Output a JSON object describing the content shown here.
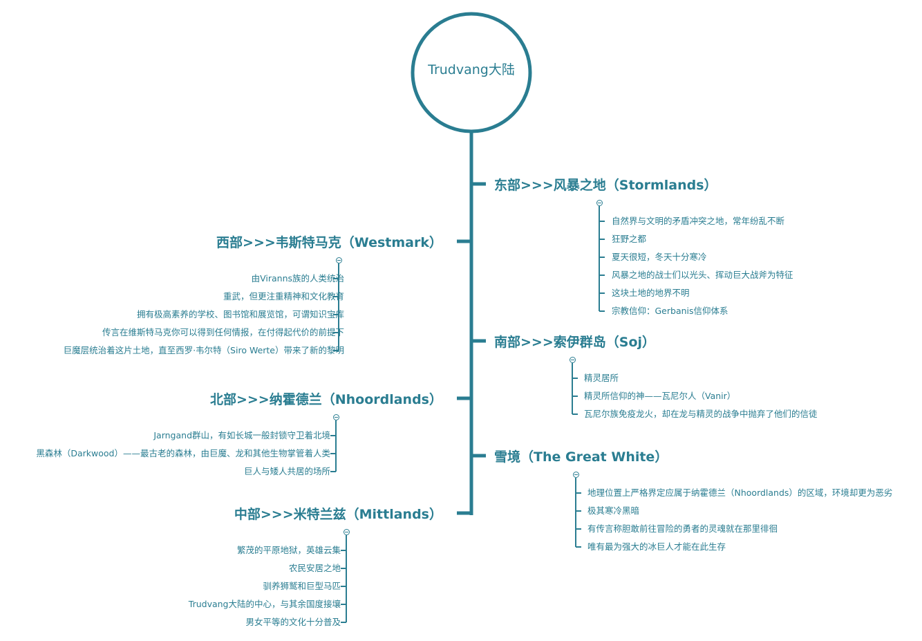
{
  "root": {
    "label": "Trudvang大陆"
  },
  "colors": {
    "primary": "#2a7d91"
  },
  "branches": [
    {
      "id": "east",
      "side": "right",
      "title": "东部>>>风暴之地（Stormlands）",
      "items": [
        "自然界与文明的矛盾冲突之地，常年纷乱不断",
        "狂野之都",
        "夏天很短，冬天十分寒冷",
        "风暴之地的战士们以光头、挥动巨大战斧为特征",
        "这块土地的地界不明",
        "宗教信仰：Gerbanis信仰体系"
      ]
    },
    {
      "id": "west",
      "side": "left",
      "title": "西部>>>韦斯特马克（Westmark）",
      "items": [
        "由Viranns族的人类统治",
        "重武，但更注重精神和文化教育",
        "拥有极高素养的学校、图书馆和展览馆，可谓知识宝库",
        "传言在维斯特马克你可以得到任何情报，在付得起代价的前提下",
        "巨魔层统治着这片土地，直至西罗·韦尔特（Siro Werte）带来了新的黎明"
      ]
    },
    {
      "id": "south",
      "side": "right",
      "title": "南部>>>索伊群岛（Soj）",
      "items": [
        "精灵居所",
        "精灵所信仰的神——瓦尼尔人（Vanir）",
        "瓦尼尔族免疫龙火，却在龙与精灵的战争中抛弃了他们的信徒"
      ]
    },
    {
      "id": "north",
      "side": "left",
      "title": "北部>>>纳霍德兰（Nhoordlands）",
      "items": [
        "Jarngand群山，有如长城一般封锁守卫着北境",
        "黑森林（Darkwood）——最古老的森林，由巨魔、龙和其他生物掌管着人类",
        "巨人与矮人共居的场所"
      ]
    },
    {
      "id": "white",
      "side": "right",
      "title": "雪境（The Great White）",
      "items": [
        "地理位置上严格界定应属于纳霍德兰（Nhoordlands）的区域，环境却更为恶劣",
        "极其寒冷黑暗",
        "有传言称胆敢前往冒险的勇者的灵魂就在那里徘徊",
        "唯有最为强大的冰巨人才能在此生存"
      ]
    },
    {
      "id": "middle",
      "side": "left",
      "title": "中部>>>米特兰兹（Mittlands）",
      "items": [
        "繁茂的平原地狱，英雄云集",
        "农民安居之地",
        "驯养狮鹫和巨型马匹",
        "Trudvang大陆的中心，与其余国度接壤",
        "男女平等的文化十分普及"
      ]
    }
  ]
}
